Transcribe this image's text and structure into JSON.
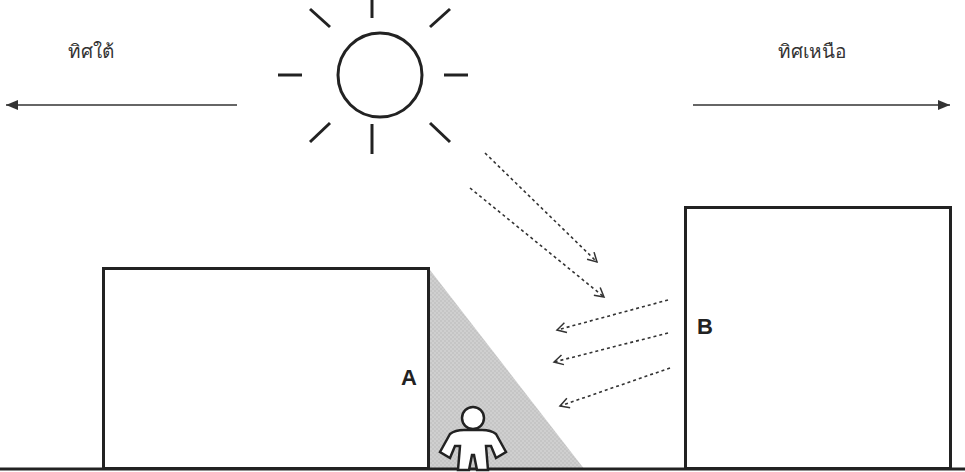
{
  "diagram": {
    "nodes": [
      {
        "text": [
          "A"
        ]
      },
      {
        "text": [
          "B"
        ]
      }
    ],
    "labels": [
      "ทิศใต้",
      "ทิศเหนือ"
    ]
  }
}
